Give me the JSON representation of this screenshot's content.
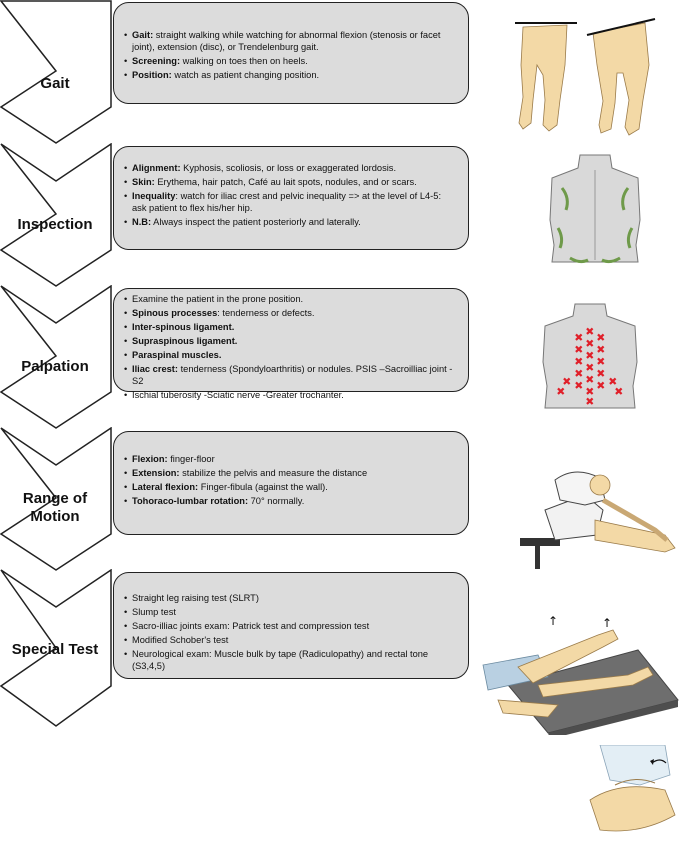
{
  "steps": [
    {
      "label": "Gait",
      "items": [
        {
          "bold": "Gait:",
          "text": " straight walking while watching for abnormal flexion (stenosis or facet joint), extension (disc), or Trendelenburg gait."
        },
        {
          "bold": "Screening:",
          "text": " walking on toes then on heels."
        },
        {
          "bold": "Position:",
          "text": " watch as patient changing position."
        }
      ]
    },
    {
      "label": "Inspection",
      "items": [
        {
          "bold": "Alignment:",
          "text": " Kyphosis, scoliosis, or loss or exaggerated lordosis."
        },
        {
          "bold": "Skin:",
          "text": " Erythema, hair patch, Café au lait spots, nodules, and or scars."
        },
        {
          "bold": "Inequality",
          "text": ": watch for iliac crest and pelvic inequality => at the level of  L4-5: ask patient to flex his/her hip."
        },
        {
          "bold": "N.B:",
          "text": " Always inspect the patient posteriorly and laterally."
        }
      ]
    },
    {
      "label": "Palpation",
      "items": [
        {
          "bold": "",
          "text": "Examine the patient in the prone position."
        },
        {
          "bold": "Spinous processes",
          "text": ": tenderness or defects."
        },
        {
          "bold": "Inter-spinous ligament.",
          "text": ""
        },
        {
          "bold": "Supraspinous ligament.",
          "text": ""
        },
        {
          "bold": "Paraspinal muscles.",
          "text": ""
        },
        {
          "bold": "Iliac crest:",
          "text": " tenderness (Spondyloarthritis) or nodules. PSIS –Sacroilliac joint -S2"
        },
        {
          "bold": "",
          "text": "Ischial tuberosity -Sciatic nerve -Greater trochanter."
        }
      ]
    },
    {
      "label": "Range of\nMotion",
      "items": [
        {
          "bold": "Flexion:",
          "text": " finger-floor"
        },
        {
          "bold": "Extension:",
          "text": " stabilize the pelvis and measure the distance"
        },
        {
          "bold": "Lateral flexion:",
          "text": " Finger-fibula (against the wall)."
        },
        {
          "bold": "Tohoraco-lumbar rotation:",
          "text": " 70° normally."
        }
      ]
    },
    {
      "label": "Special Test",
      "items": [
        {
          "bold": "",
          "text": "Straight leg raising test (SLRT)"
        },
        {
          "bold": "",
          "text": "Slump test"
        },
        {
          "bold": "",
          "text": "Sacro-illiac joints exam: Patrick test and compression test"
        },
        {
          "bold": "",
          "text": "Modified Schober's test"
        },
        {
          "bold": "",
          "text": "Neurological exam: Muscle bulk by tape (Radiculopathy) and rectal tone (S3,4,5)"
        }
      ]
    }
  ],
  "colors": {
    "box_fill": "#dcdcdc",
    "skin": "#f3d9a6",
    "back_skin": "#d9d9d9",
    "muscle_mark": "#6f9a4a",
    "palpation_mark": "#e0202a"
  },
  "illustrations": [
    "gait-legs-illustration",
    "inspection-back-illustration",
    "palpation-back-illustration",
    "range-of-motion-illustration",
    "straight-leg-raise-illustration",
    "patrick-test-illustration"
  ]
}
